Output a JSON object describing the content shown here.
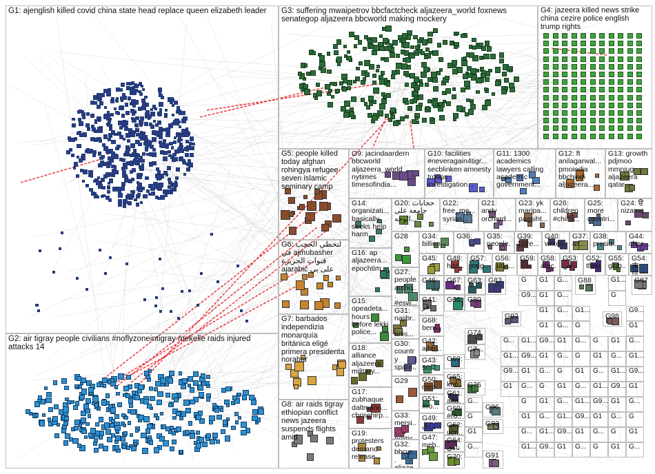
{
  "graph": {
    "edge_color": "#9a9a9a",
    "highlight_edge_color": "#e8242b",
    "node_border": "#1f3b6f",
    "groups": [
      {
        "id": "G1",
        "label": "G1: ajenglish killed covid china state head replace queen elizabeth leader",
        "node_color": "#2c3b8c",
        "node_count": 520
      },
      {
        "id": "G2",
        "label": "G2: air tigray people civilians #noflyzoneintigray mekelle raids injured attacks 14",
        "node_color": "#2f8fd0",
        "node_count": 360
      },
      {
        "id": "G3",
        "label": "G3: suffering mwaipetrov bbcfactcheck aljazeera_world foxnews senategop aljazeera bbcworld making mockery",
        "node_color": "#2e6a3a",
        "node_count": 330
      },
      {
        "id": "G4",
        "label": "G4: jazeera killed news strike china cezire police english trump rights",
        "node_color": "#3fa43b",
        "node_count": 150
      },
      {
        "id": "G5",
        "label": "G5: people killed today afghan rohingya refugee seven islamic seminary camp",
        "node_color": "#8a4b2a",
        "node_count": 20
      },
      {
        "id": "G6",
        "label": "G6: لتخطي الحجب في ajmubasher قنوات الجزيرة ajarabic على بي",
        "node_color": "#c7832c",
        "node_count": 14
      },
      {
        "id": "G7",
        "label": "G7: barbados independizia monarquía británica eligé primera presidenta norabar",
        "node_color": "#d9a441",
        "node_count": 12
      },
      {
        "id": "G8",
        "label": "G8: air raids tigray ethiopian conflict news jazeera suspends flights amid",
        "node_color": "#7a7a7a",
        "node_count": 6
      },
      {
        "id": "G9",
        "label": "G9: jacindaardern bbcworld aljazeera_world nytimes timesofindia...",
        "node_color": "#6a4a8a",
        "node_count": 6
      },
      {
        "id": "G10",
        "label": "G10: facilities #neveragain4tigr... secblinken amnesty troops investigation...",
        "node_color": "#5b5bd6",
        "node_count": 6
      },
      {
        "id": "G11",
        "label": "G11: 1300 academics lawyers calling academic government...",
        "node_color": "#4f7fbf",
        "node_count": 6
      },
      {
        "id": "G12",
        "label": "G12: ft anilagarwal... pmoindia bbchindi aljazeera...",
        "node_color": "#b06a2c",
        "node_count": 5
      },
      {
        "id": "G13",
        "label": "G13: growth pdjmoo mmnjug aljazeera qatar...",
        "node_color": "#6a7a3a",
        "node_count": 5
      },
      {
        "id": "G14",
        "label": "G14: organizati... basically seeks help harm...",
        "node_color": "#3a7a6a",
        "node_count": 4
      },
      {
        "id": "G15",
        "label": "G15: opeadeta... hours before lekki police...",
        "node_color": "#3a8a3a",
        "node_count": 4
      },
      {
        "id": "G16",
        "label": "G16: ap aljazeera... epochtim...",
        "node_color": "#2a7a6a",
        "node_count": 4
      },
      {
        "id": "G17",
        "label": "G17: zubhaque daltmann... chrischirp...",
        "node_color": "#8a3a3a",
        "node_count": 4
      },
      {
        "id": "G18",
        "label": "G18: alliance aljazeera military...",
        "node_color": "#6a6a2a",
        "node_count": 4
      },
      {
        "id": "G19",
        "label": "G19: protesters demand release...",
        "node_color": "#b08a3a",
        "node_count": 4
      },
      {
        "id": "G20",
        "label": "G20: حجابات جامعة على الوجه...",
        "node_color": "#6a8a3a",
        "node_count": 4
      },
      {
        "id": "G21",
        "label": "G21: andy orchard...",
        "node_color": "#7a5a8a"
      },
      {
        "id": "G22",
        "label": "G22: free_me... syrian...",
        "node_color": "#5a7a9a"
      },
      {
        "id": "G23",
        "label": "G23: yk maripa... paasiht...",
        "node_color": "#8a6a4a"
      },
      {
        "id": "G24",
        "label": "G24: ੳ nizamo...",
        "node_color": "#6a4a6a"
      },
      {
        "id": "G25",
        "label": "G25: more countri...",
        "node_color": "#4a6a8a"
      },
      {
        "id": "G26",
        "label": "G26: children #childr...",
        "node_color": "#8a4a4a"
      },
      {
        "id": "G27",
        "label": "G27: people autho... #esw...",
        "node_color": "#4a8a6a"
      },
      {
        "id": "G28",
        "label": "G28",
        "node_color": "#3a9a3a"
      },
      {
        "id": "G29",
        "label": "G29",
        "node_color": "#9a5a3a"
      },
      {
        "id": "G30",
        "label": "G30: country spare...",
        "node_color": "#5a5a9a"
      },
      {
        "id": "G31",
        "label": "G31: najibr... anis...",
        "node_color": "#7a7a3a"
      },
      {
        "id": "G32",
        "label": "G32: bbcur... aljaze...",
        "node_color": "#3a6a9a"
      },
      {
        "id": "G33",
        "label": "G33: mersi... politic...",
        "node_color": "#9a3a6a"
      },
      {
        "id": "G34",
        "label": "G34: billion...",
        "node_color": "#5a8a5a"
      },
      {
        "id": "G35",
        "label": "G35: people...",
        "node_color": "#8a5a8a"
      },
      {
        "id": "G36",
        "label": "G36:",
        "node_color": "#4a4a8a"
      },
      {
        "id": "G37",
        "label": "G37: ait...",
        "node_color": "#8a8a4a"
      },
      {
        "id": "G38",
        "label": "G38: presid...",
        "node_color": "#4a8a8a"
      },
      {
        "id": "G39",
        "label": "G39: 1stre...",
        "node_color": "#6a3a3a"
      },
      {
        "id": "G40",
        "label": "G40: writes...",
        "node_color": "#3a3a6a"
      },
      {
        "id": "G41",
        "label": "G41: قر مس",
        "node_color": "#6a6a6a"
      },
      {
        "id": "G42",
        "label": "G42: ajbal...",
        "node_color": "#9a6a3a"
      },
      {
        "id": "G43",
        "label": "G43: 50...",
        "node_color": "#3a9a6a"
      },
      {
        "id": "G44",
        "label": "G44: chec...",
        "node_color": "#6a3a9a"
      },
      {
        "id": "G45",
        "label": "G45:",
        "node_color": "#9a9a3a"
      },
      {
        "id": "G46",
        "label": "G46:",
        "node_color": "#3a6a6a"
      },
      {
        "id": "G47",
        "label": "G47: meh...",
        "node_color": "#6a9a3a"
      },
      {
        "id": "G48",
        "label": "G48: hist...",
        "node_color": "#9a3a3a"
      },
      {
        "id": "G49",
        "label": "G49: ق...",
        "node_color": "#3a3a9a"
      },
      {
        "id": "G50",
        "label": "G50: mec...",
        "node_color": "#7a4a2a"
      },
      {
        "id": "G51",
        "label": "G51: #ro...",
        "node_color": "#2a7a4a"
      },
      {
        "id": "G52",
        "label": "G52: thou...",
        "node_color": "#4a2a7a"
      },
      {
        "id": "G53",
        "label": "G53: في",
        "node_color": "#7a2a4a"
      },
      {
        "id": "G54",
        "label": "G54: 末信...",
        "node_color": "#2a4a7a"
      },
      {
        "id": "G55",
        "label": "G55: glob...",
        "node_color": "#4a7a2a"
      },
      {
        "id": "G56",
        "label": "G56: juda...",
        "node_color": "#7a7a2a"
      },
      {
        "id": "G57",
        "label": "G57: judg...",
        "node_color": "#2a7a7a"
      },
      {
        "id": "G58",
        "label": "G58: afric...",
        "node_color": "#7a2a7a"
      },
      {
        "id": "G59",
        "label": "G59:",
        "node_color": "#5a2a2a"
      },
      {
        "id": "G60",
        "label": "G60: #ro...",
        "node_color": "#2a5a2a"
      },
      {
        "id": "G61",
        "label": "G61: atta...",
        "node_color": "#2a2a5a"
      },
      {
        "id": "G62",
        "label": "G62: ucr...",
        "node_color": "#5a5a2a"
      },
      {
        "id": "G63",
        "label": "G63:",
        "node_color": "#2a5a5a"
      },
      {
        "id": "G64",
        "label": "G64: تادي",
        "node_color": "#5a2a5a"
      },
      {
        "id": "G65",
        "label": "G65: kao...",
        "node_color": "#8a6a2a"
      },
      {
        "id": "G66",
        "label": "G66:",
        "node_color": "#2a8a6a"
      },
      {
        "id": "G67",
        "label": "G67:",
        "node_color": "#6a2a8a"
      },
      {
        "id": "G68",
        "label": "G68: beni...",
        "node_color": "#8a2a6a"
      },
      {
        "id": "G69",
        "label": "G69:",
        "node_color": "#2a6a8a"
      },
      {
        "id": "G70",
        "label": "G70:",
        "node_color": "#6a8a2a"
      },
      {
        "id": "G71",
        "label": "G7...",
        "node_color": "#8a8a8a"
      },
      {
        "id": "G74",
        "label": "G74",
        "node_color": "#4a4a4a"
      },
      {
        "id": "G75",
        "label": "G75",
        "node_color": "#3a7a3a"
      },
      {
        "id": "G80",
        "label": "G80",
        "node_color": "#7a3a7a"
      },
      {
        "id": "G83",
        "label": "G83",
        "node_color": "#3a3a7a"
      },
      {
        "id": "G87",
        "label": "G87",
        "node_color": "#7a7a7a"
      },
      {
        "id": "G88",
        "label": "G88",
        "node_color": "#5a7a5a"
      },
      {
        "id": "G91",
        "label": "G91",
        "node_color": "#7a5a7a"
      },
      {
        "id": "G92",
        "label": "G92",
        "node_color": "#5a5a7a"
      },
      {
        "id": "G93",
        "label": "G93",
        "node_color": "#7a7a5a"
      },
      {
        "id": "G96",
        "label": "G96",
        "node_color": "#5a7a7a"
      },
      {
        "id": "G98",
        "label": "G98",
        "node_color": "#7a5a5a"
      }
    ],
    "grid_fill_labels": [
      "G",
      "G1",
      "G...",
      "G1...",
      "G9...",
      "G1",
      "G..."
    ]
  }
}
